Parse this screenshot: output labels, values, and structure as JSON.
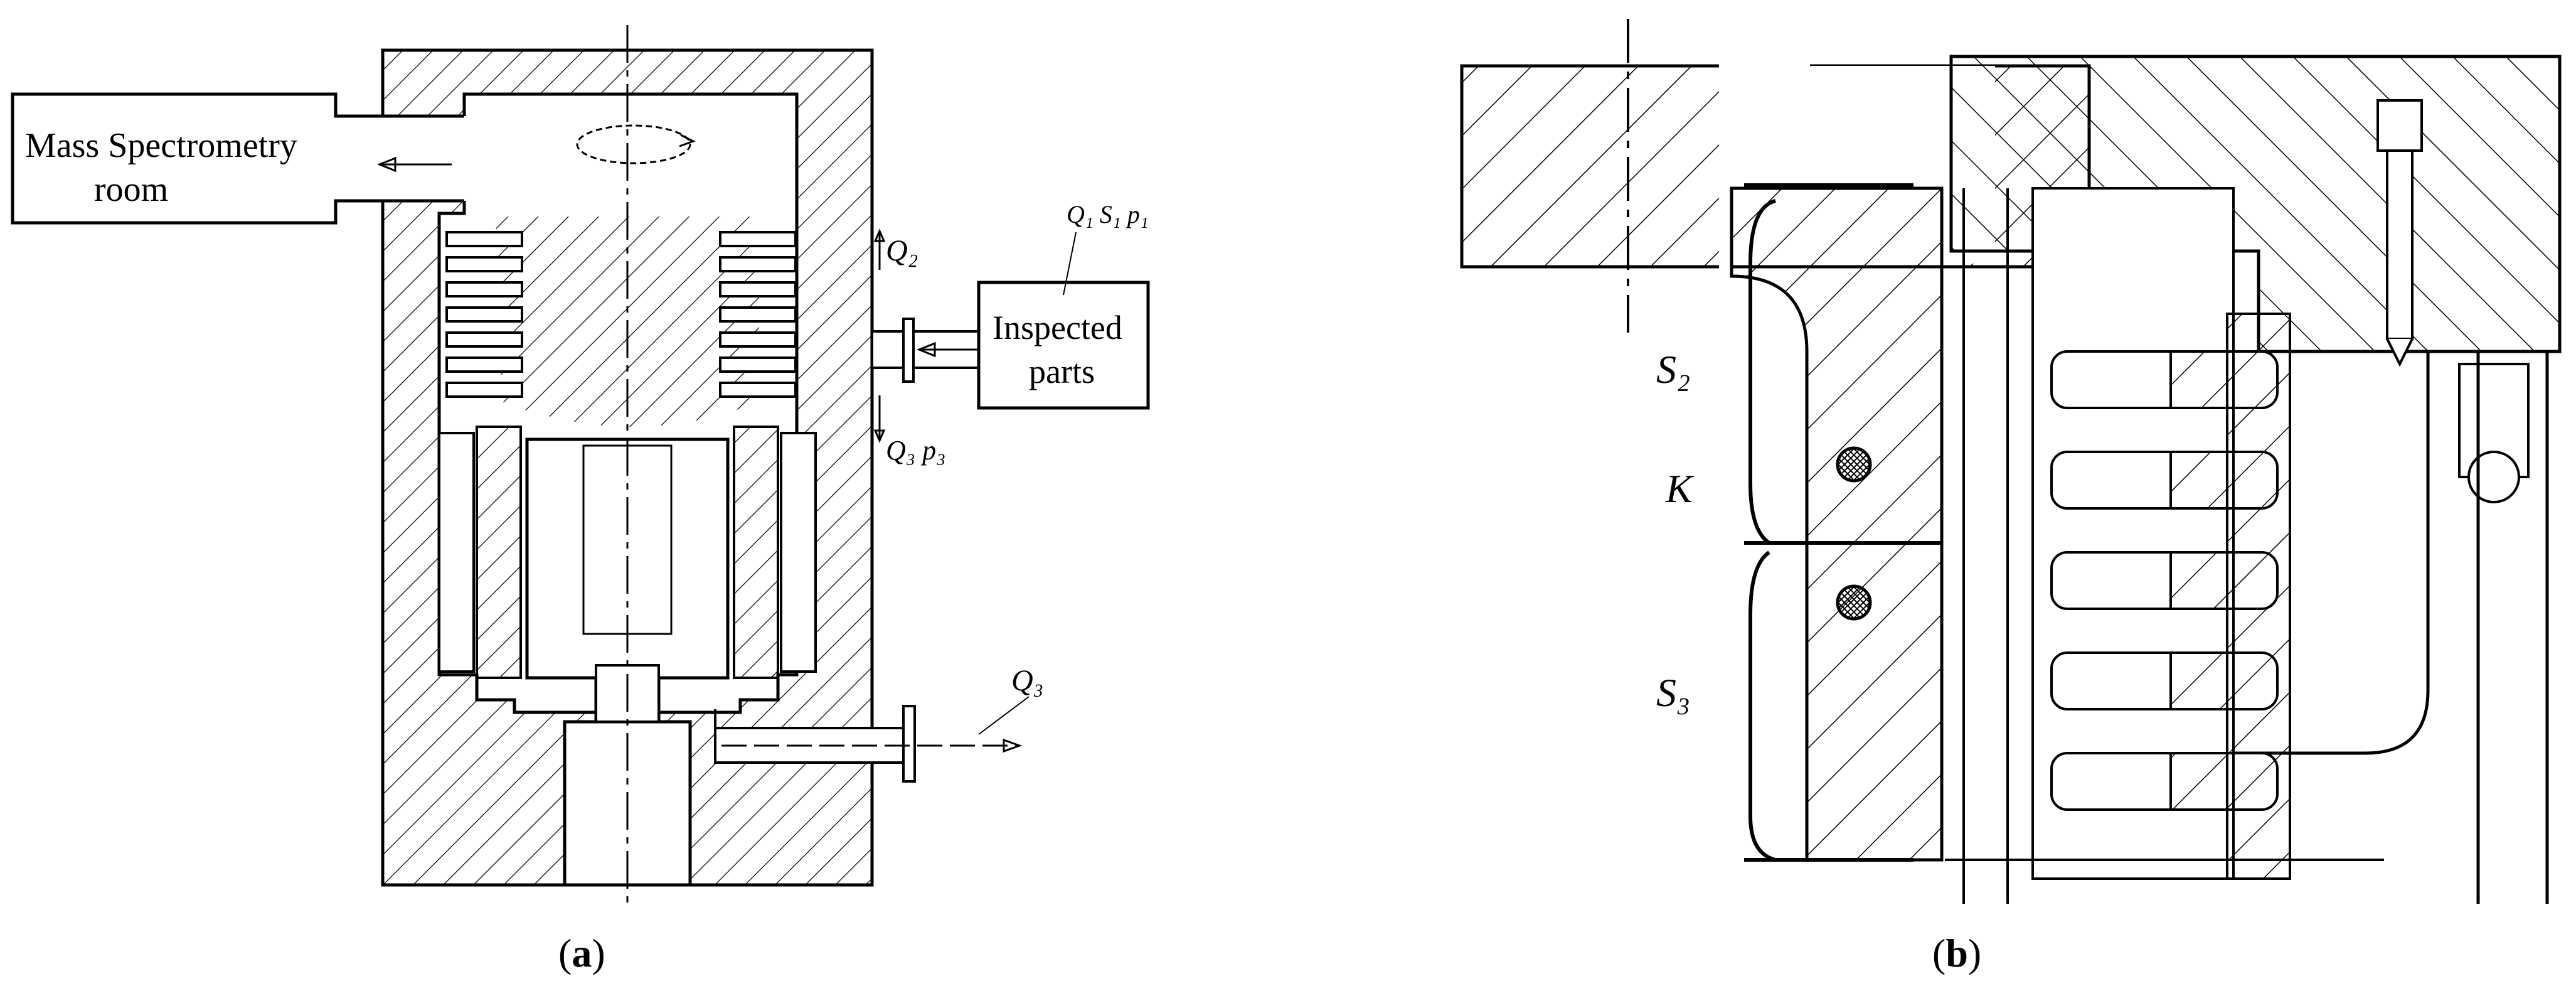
{
  "panel_a": {
    "box_mass_spec": {
      "line1": "Mass Spectrometry",
      "line2": "room"
    },
    "box_inspected": {
      "line1": "Inspected",
      "line2": "parts"
    },
    "label_q1s1p1": "Q₁ S₁ p₁",
    "label_q2": "Q₂",
    "label_q3p3": "Q₃ p₃",
    "label_q3": "Q₃",
    "caption_letter": "a"
  },
  "panel_b": {
    "label_s2": "S₂",
    "label_k": "K",
    "label_s3": "S₃",
    "caption_letter": "b"
  },
  "colors": {
    "line": "#000000",
    "background": "#ffffff"
  }
}
